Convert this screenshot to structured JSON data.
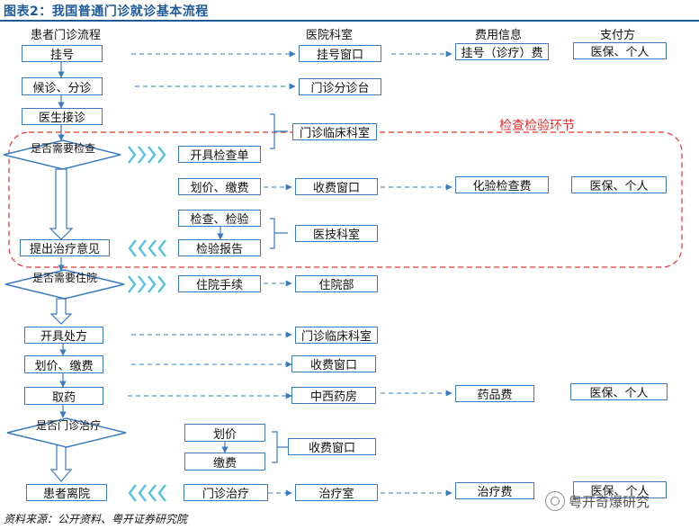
{
  "title": "图表2：我国普通门诊就诊基本流程",
  "headers": {
    "patient_flow": "患者门诊流程",
    "departments": "医院科室",
    "fee_info": "费用信息",
    "payer": "支付方"
  },
  "exam_section_label": "检查检验环节",
  "boxes": {
    "register": "挂号",
    "register_window": "挂号窗口",
    "register_fee": "挂号（诊疗）费",
    "payer_1": "医保、个人",
    "triage": "候诊、分诊",
    "triage_desk": "门诊分诊台",
    "consult": "医生接诊",
    "outpatient_clinic_1": "门诊临床科室",
    "exam_order": "开具检查单",
    "pay_1": "划价、缴费",
    "cashier_1": "收费窗口",
    "lab_fee": "化验检查费",
    "payer_2": "医保、个人",
    "exam": "检查、检验",
    "medtech_dept": "医技科室",
    "report": "检验报告",
    "treatment_opinion": "提出治疗意见",
    "admission_proc": "住院手续",
    "inpatient_dept": "住院部",
    "prescribe": "开具处方",
    "outpatient_clinic_2": "门诊临床科室",
    "pay_2": "划价、缴费",
    "cashier_2": "收费窗口",
    "get_medicine": "取药",
    "pharmacy": "中西药房",
    "drug_fee": "药品费",
    "payer_3": "医保、个人",
    "pricing": "划价",
    "payment": "缴费",
    "cashier_3": "收费窗口",
    "outpatient_treatment": "门诊治疗",
    "treatment_room": "治疗室",
    "treatment_fee": "治疗费",
    "payer_4": "医保、个人",
    "discharge": "患者离院"
  },
  "decisions": {
    "need_exam": "是否需要检查",
    "need_admission": "是否需要住院",
    "outpatient_treat": "是否门诊治疗"
  },
  "source": "资料来源：公开资料、粤开证券研究院",
  "watermark": "粤开奇爆研究",
  "colors": {
    "title": "#1f5a99",
    "box_border": "#3b7bbf",
    "arrow": "#3b7bbf",
    "chevron": "#5bc3e0",
    "exam_section": "#e0302f"
  }
}
